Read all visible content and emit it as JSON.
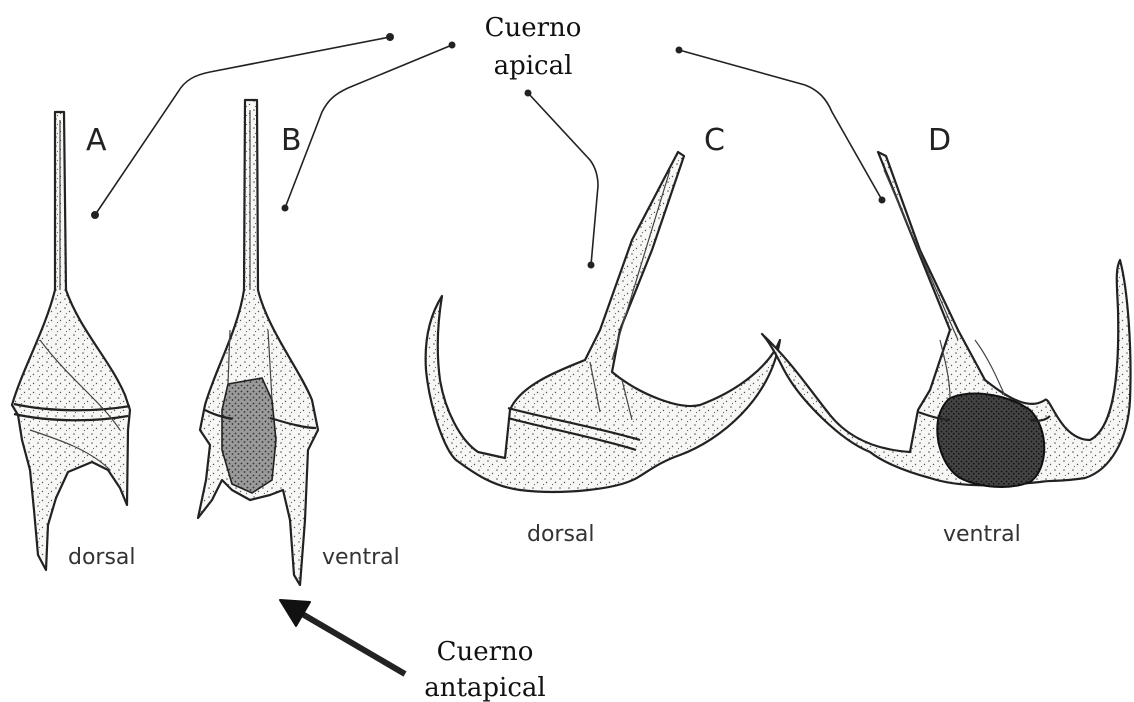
{
  "labels": {
    "apical_line1": "Cuerno",
    "apical_line2": "apical",
    "antapical_line1": "Cuerno",
    "antapical_line2": "antapical"
  },
  "cells": [
    {
      "letter": "A",
      "view": "dorsal"
    },
    {
      "letter": "B",
      "view": "ventral"
    },
    {
      "letter": "C",
      "view": "dorsal"
    },
    {
      "letter": "D",
      "view": "ventral"
    }
  ]
}
